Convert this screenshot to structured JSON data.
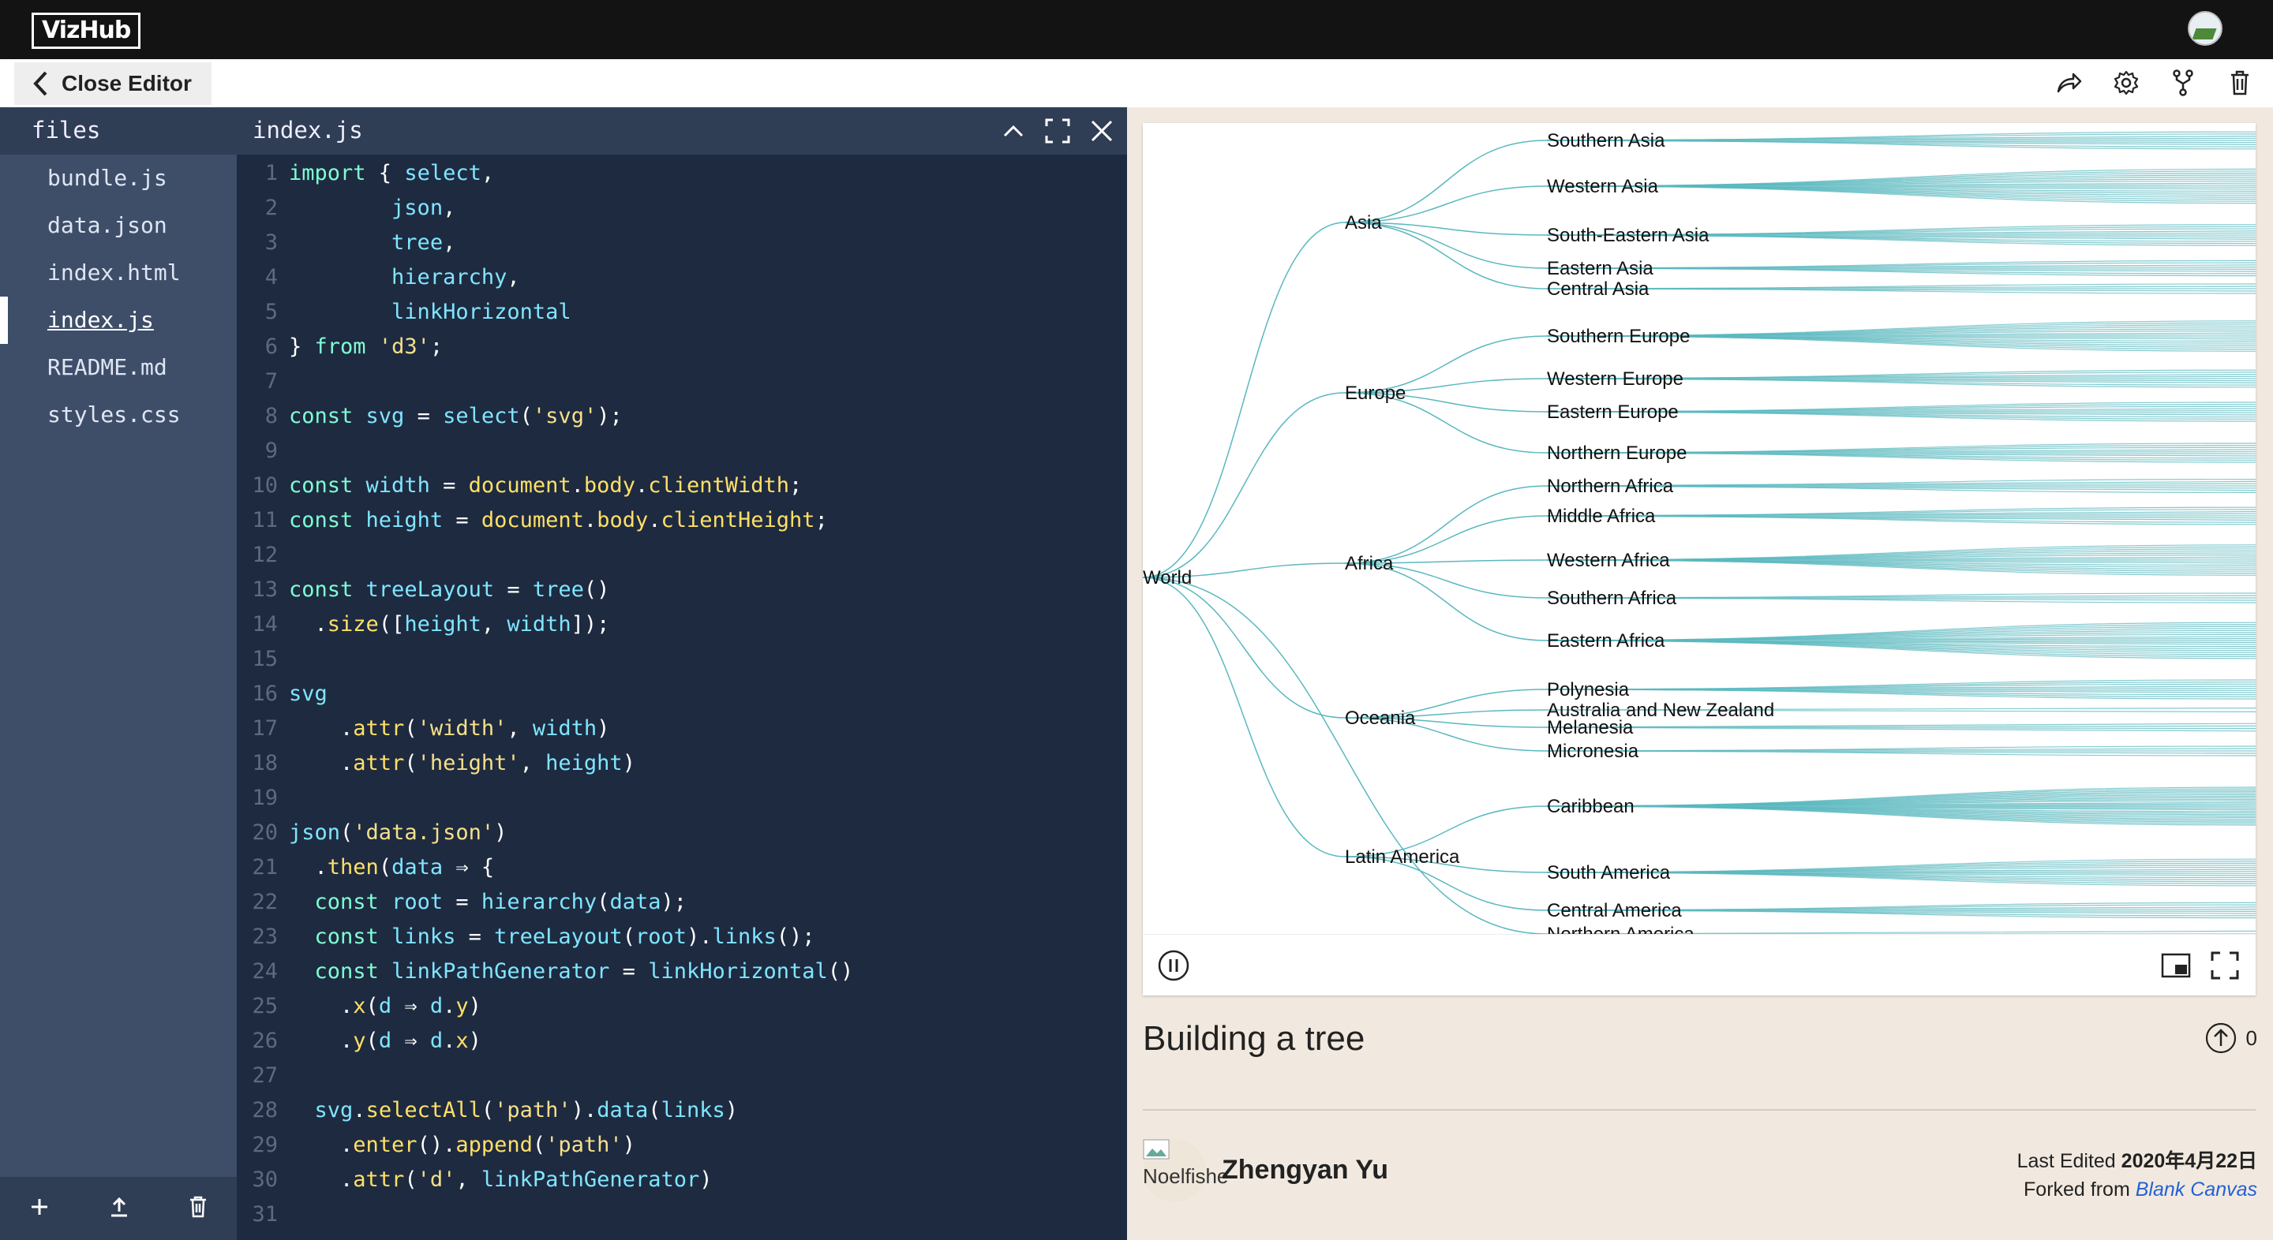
{
  "app": {
    "logo": "VizHub"
  },
  "subbar": {
    "close_label": "Close Editor"
  },
  "sidebar": {
    "title": "files",
    "files": [
      "bundle.js",
      "data.json",
      "index.html",
      "index.js",
      "README.md",
      "styles.css"
    ],
    "active_file": "index.js"
  },
  "editor": {
    "tab": "index.js",
    "lines": [
      "import { select,",
      "        json,",
      "        tree,",
      "        hierarchy,",
      "        linkHorizontal",
      "} from 'd3';",
      "",
      "const svg = select('svg');",
      "",
      "const width = document.body.clientWidth;",
      "const height = document.body.clientHeight;",
      "",
      "const treeLayout = tree()",
      "  .size([height, width]);",
      "",
      "svg",
      "    .attr('width', width)",
      "    .attr('height', height)",
      "",
      "json('data.json')",
      "  .then(data ⇒ {",
      "  const root = hierarchy(data);",
      "  const links = treeLayout(root).links();",
      "  const linkPathGenerator = linkHorizontal()",
      "    .x(d ⇒ d.y)",
      "    .y(d ⇒ d.x)",
      "",
      "  svg.selectAll('path').data(links)",
      "    .enter().append('path')",
      "    .attr('d', linkPathGenerator)",
      ""
    ]
  },
  "viz": {
    "root": "World",
    "link_color": "#5ab8bf",
    "continents": [
      {
        "name": "Asia",
        "regions": [
          "Southern Asia",
          "Western Asia",
          "South-Eastern Asia",
          "Eastern Asia",
          "Central Asia"
        ]
      },
      {
        "name": "Europe",
        "regions": [
          "Southern Europe",
          "Western Europe",
          "Eastern Europe",
          "Northern Europe"
        ]
      },
      {
        "name": "Africa",
        "regions": [
          "Northern Africa",
          "Middle Africa",
          "Western Africa",
          "Southern Africa",
          "Eastern Africa"
        ]
      },
      {
        "name": "Oceania",
        "regions": [
          "Polynesia",
          "Australia and New Zealand",
          "Melanesia",
          "Micronesia"
        ]
      },
      {
        "name": "Latin America",
        "regions": [
          "Caribbean",
          "South America",
          "Central America"
        ]
      },
      {
        "name": "",
        "regions": [
          "Northern America"
        ]
      }
    ]
  },
  "info": {
    "title": "Building a tree",
    "upvotes": "0",
    "author_avatar_alt": "Noelfishe",
    "author_name": "Zhengyan Yu",
    "last_edited_label": "Last Edited",
    "last_edited_date": "2020年4月22日",
    "forked_from_label": "Forked from",
    "forked_from_link": "Blank Canvas"
  }
}
